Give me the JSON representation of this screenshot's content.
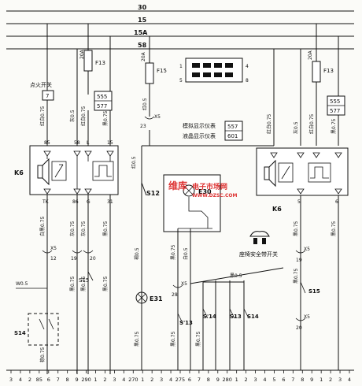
{
  "bus": {
    "labels": [
      "30",
      "15",
      "15A",
      "58"
    ]
  },
  "fuses": {
    "f13_left": "F13",
    "f13_left_rating": "20A",
    "f15": "F15",
    "f15_rating": "20A",
    "f13_right": "F13",
    "f13_right_rating": "20A"
  },
  "connector": {
    "pins_left": [
      "1",
      "5"
    ],
    "pins_right": [
      "4",
      "8"
    ]
  },
  "left_module": {
    "name": "K6",
    "ignition_switch_label": "点火开关",
    "ignition_code": "7",
    "codes": [
      "555",
      "577"
    ],
    "top_pins": [
      "85",
      "58",
      "L",
      "15"
    ],
    "bottom_pins": [
      "TK",
      "86",
      "G",
      "31"
    ],
    "wires_top": [
      "红白0.75",
      "灰0.5",
      "红白0.75",
      "黑0.75"
    ],
    "wires_bottom": [
      "白黑0.75",
      "灰0.75",
      "灰0.75",
      "黑0.75"
    ],
    "x5_pins": [
      "12",
      "19",
      "20"
    ],
    "x5_label": "X5",
    "lower_wires": [
      "黑0.75",
      "黑0.75",
      "黑0.75"
    ],
    "s15_label": "S15",
    "w_label": "W0.5",
    "s14_label": "S14",
    "brown_label": "棕0.75"
  },
  "center": {
    "x5_pin": "23",
    "x5_label": "X5",
    "fuse_wire": "红0.5",
    "analog_label": "模拟显示仪表",
    "lcd_label": "液晶显示仪表",
    "code_557": "557",
    "code_601": "601",
    "wire_red": "红0.5",
    "s12_label": "S12",
    "e30_label": "E30",
    "wire_brown": "褐0.5",
    "wire_black1": "黑0.75",
    "wire_white": "白0.5",
    "x5_28": "28",
    "e31_label": "E31",
    "s13p_label": "S'13",
    "s14p_label": "S'14",
    "s13_label": "S13",
    "s14_label": "S14",
    "wire_b10": "黑0.5",
    "wire_b11": "黑0.75",
    "wire_b12": "黑0.75",
    "wire_b13": "黑0.75",
    "seatbelt_label": "座椅安全带开关"
  },
  "right_module": {
    "name": "K6",
    "codes": [
      "555",
      "577"
    ],
    "wires_top": [
      "红白0.75",
      "灰0.5",
      "红白0.75",
      "黑0.75"
    ],
    "bottom_pins": [
      "5",
      "6"
    ],
    "x5_19": "19",
    "x5_20": "20",
    "x5_label": "X5",
    "s15_label": "S15",
    "wire_b1": "黑0.75",
    "wire_b2": "黑0.75",
    "wire_b3": "黑0.75"
  },
  "bottom_terminals": [
    "3",
    "4",
    "2",
    "85",
    "6",
    "7",
    "8",
    "9",
    "290",
    "1",
    "2",
    "3",
    "4",
    "270",
    "1",
    "2",
    "3",
    "4",
    "275",
    "6",
    "7",
    "8",
    "9",
    "280",
    "1",
    "2",
    "3",
    "4",
    "5",
    "6",
    "7",
    "8",
    "9",
    "1",
    "2",
    "3",
    "4"
  ],
  "watermark": {
    "brand": "维库",
    "site": "电子市场网",
    "url": "WWW.DZSC.COM"
  }
}
